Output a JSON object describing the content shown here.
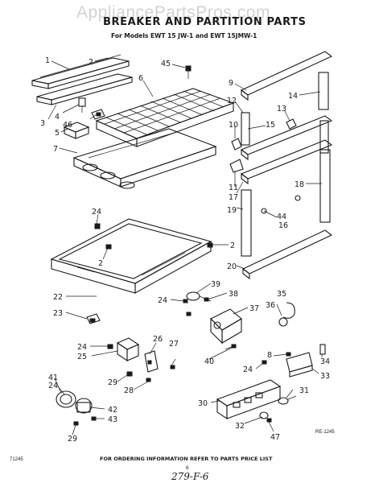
{
  "watermark": "AppliancePartsPros.com",
  "title": "BREAKER AND PARTITION PARTS",
  "subtitle": "For Models EWT 15 JW-1 and EWT 15JMW-1",
  "footer": "FOR ORDERING INFORMATION REFER TO PARTS PRICE LIST",
  "page_number": "6",
  "left_code": "71245",
  "ref_code": "RE-1245",
  "handwritten_note": "279-F-6",
  "callouts": [
    "1",
    "2",
    "3",
    "4",
    "46",
    "5",
    "6",
    "7",
    "45",
    "9",
    "12",
    "13",
    "14",
    "10",
    "15",
    "11",
    "17",
    "18",
    "19",
    "44",
    "16",
    "20",
    "24",
    "2",
    "2",
    "22",
    "23",
    "39",
    "38",
    "24",
    "37",
    "36",
    "35",
    "24",
    "25",
    "26",
    "27",
    "40",
    "8",
    "24",
    "34",
    "33",
    "29",
    "28",
    "41",
    "24",
    "31",
    "30",
    "42",
    "43",
    "29",
    "32",
    "47"
  ]
}
